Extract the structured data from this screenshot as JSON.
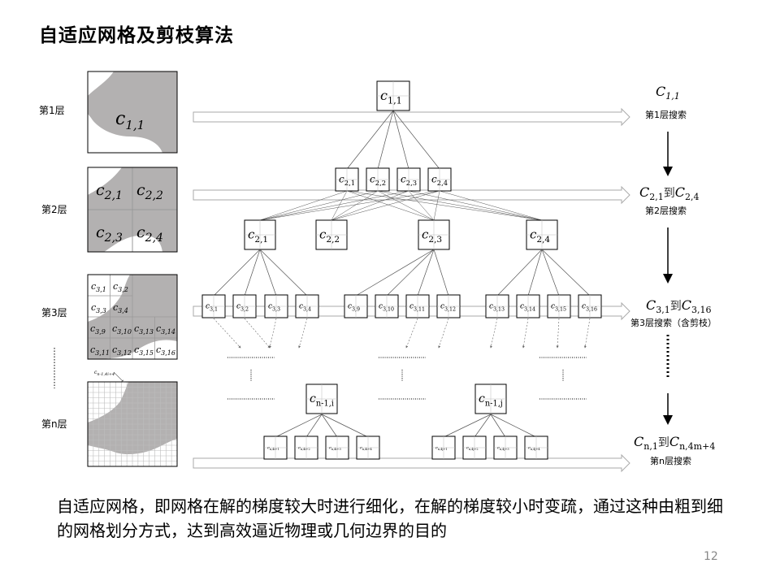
{
  "title": "自适应网格及剪枝算法",
  "levels": [
    "第1层",
    "第2层",
    "第3层",
    "第n层"
  ],
  "searches": [
    {
      "c1": "C",
      "s1": "1,1",
      "mid": "",
      "c2": "",
      "s2": "",
      "label": "第1层搜索"
    },
    {
      "c1": "C",
      "s1": "2,1",
      "mid": "到",
      "c2": "C",
      "s2": "2,4",
      "label": "第2层搜索"
    },
    {
      "c1": "C",
      "s1": "3,1",
      "mid": "到",
      "c2": "C",
      "s2": "3,16",
      "label": "第3层搜索（含剪枝）"
    },
    {
      "c1": "C",
      "s1": "n,1",
      "mid": "到",
      "c2": "C",
      "s2": "n,4m+4",
      "label": "第n层搜索"
    }
  ],
  "grid1": {
    "subs": [
      "1,1"
    ]
  },
  "grid2": {
    "subs": [
      "2,1",
      "2,2",
      "2,3",
      "2,4"
    ]
  },
  "grid3": {
    "subs": [
      "3,1",
      "3,2",
      "3,3",
      "3,4",
      "3,9",
      "3,10",
      "3,13",
      "3,14",
      "3,11",
      "3,12",
      "3,15",
      "3,16"
    ]
  },
  "gridn": {
    "sub": "n-1,4i+4"
  },
  "tree": {
    "root": "1,1",
    "level2_small": [
      "2,1",
      "2,2",
      "2,3",
      "2,4"
    ],
    "level2_big": [
      "2,1",
      "2,2",
      "2,3",
      "2,4"
    ],
    "level3": [
      "3,1",
      "3,2",
      "3,3",
      "3,4",
      "3,9",
      "3,10",
      "3,11",
      "3,12",
      "3,13",
      "3,14",
      "3,15",
      "3,16"
    ],
    "parents_n1": [
      "n-1,i",
      "n-1,j"
    ],
    "leaves_i": [
      "n,4i+1",
      "n,4i+2",
      "n,4i+3",
      "n,4i+4"
    ],
    "leaves_j": [
      "n,4j+1",
      "n,4j+2",
      "n,4j+3",
      "n,4j+4"
    ]
  },
  "body_text": "自适应网格，即网格在解的梯度较大时进行细化，在解的梯度较小时变疏，通过这种由粗到细的网格划分方式，达到高效逼近物理或几何边界的目的",
  "page_number": "12",
  "colors": {
    "region": "#b3b1b1",
    "grid_line": "#9a9a9a",
    "arrow_fill": "#ffffff",
    "arrow_stroke": "#aaaaaa"
  }
}
